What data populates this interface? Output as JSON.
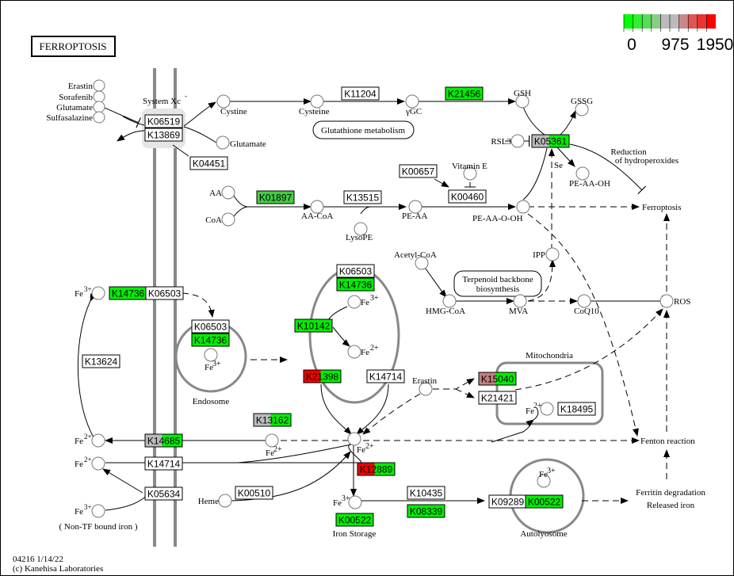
{
  "title": "FERROPTOSIS",
  "legend": {
    "min_label": "0",
    "mid_label": "975",
    "max_label": "1950",
    "colors": [
      "#00ff00",
      "#33ee33",
      "#55dd55",
      "#88cc88",
      "#bbbbbb",
      "#bbbbbb",
      "#cc8888",
      "#dd5555",
      "#ee3333",
      "#ff0000"
    ]
  },
  "colors": {
    "green": "#00ee00",
    "mid_green": "#44cc44",
    "grey": "#bbbbbb",
    "red": "#ee0000",
    "pink": "#c08080",
    "membrane": "#888888"
  },
  "footer": {
    "map_id": "04216 1/14/22",
    "copyright": "(c) Kanehisa Laboratories"
  },
  "labels": {
    "system_xc": "System Xc",
    "system_xc_sup": "-",
    "endosome": "Endosome",
    "mitochondria": "Mitochondria",
    "iron_storage": "Iron Storage",
    "autolysosome": "Autolyosome",
    "non_tf_iron": "( Non-TF bound iron )",
    "reduction": "Reduction",
    "of_hydroperoxides": "of hydroperoxides",
    "ferroptosis_node": "Ferroptosis",
    "fenton": "Fenton reaction",
    "ferritin_deg": "Ferritin degradation",
    "released_iron": "Released iron",
    "se": "Se",
    "glutathione_map": "Glutathione metabolism",
    "terpenoid_map_1": "Terpenoid backbone",
    "terpenoid_map_2": "biosynthesis"
  },
  "compounds": {
    "erastin": "Erastin",
    "sorafenib": "Sorafenib",
    "glutamate_in": "Glutamate",
    "sulfasalazine": "Sulfasalazine",
    "cystine": "Cystine",
    "glutamate_out": "Glutamate",
    "cysteine": "Cysteine",
    "ygc": "γGC",
    "gsh": "GSH",
    "gssg": "GSSG",
    "rsl3": "RSL3",
    "pe_aa_oh": "PE-AA-OH",
    "vitamin_e": "Vitamin E",
    "aa": "AA",
    "coa": "CoA",
    "aa_coa": "AA-CoA",
    "lysope": "LysoPE",
    "pe_aa": "PE-AA",
    "pe_aa_o_oh": "PE-AA-O-OH",
    "acetyl_coa": "Acetyl-CoA",
    "ipp": "IPP",
    "hmg_coa": "HMG-CoA",
    "mva": "MVA",
    "coq10": "CoQ10",
    "ros": "ROS",
    "fe3_top": "Fe",
    "erastin2": "Erastin",
    "heme": "Heme",
    "fe_left3": "Fe",
    "fe_label": "Fe",
    "sup3": "3+",
    "sup2": "2+"
  },
  "genes": [
    {
      "id": "K06519",
      "fill": "white"
    },
    {
      "id": "K13869",
      "fill": "white"
    },
    {
      "id": "K04451",
      "fill": "white"
    },
    {
      "id": "K11204",
      "fill": "white"
    },
    {
      "id": "K21456",
      "fill": "green"
    },
    {
      "id": "K05361",
      "fill": "grey-green"
    },
    {
      "id": "K00657",
      "fill": "white"
    },
    {
      "id": "K00460",
      "fill": "white"
    },
    {
      "id": "K01897",
      "fill": "mid-green"
    },
    {
      "id": "K13515",
      "fill": "white"
    },
    {
      "id": "K14736",
      "fill": "green"
    },
    {
      "id": "K06503",
      "fill": "white"
    },
    {
      "id": "K13624",
      "fill": "white"
    },
    {
      "id": "K10142",
      "fill": "green"
    },
    {
      "id": "K21398",
      "fill": "red-green"
    },
    {
      "id": "K14714",
      "fill": "white"
    },
    {
      "id": "K15040",
      "fill": "pink-green"
    },
    {
      "id": "K21421",
      "fill": "white"
    },
    {
      "id": "K18495",
      "fill": "white"
    },
    {
      "id": "K13162",
      "fill": "grey-green"
    },
    {
      "id": "K14685",
      "fill": "grey-green"
    },
    {
      "id": "K05634",
      "fill": "white"
    },
    {
      "id": "K00510",
      "fill": "white"
    },
    {
      "id": "K12889",
      "fill": "red-green"
    },
    {
      "id": "K10435",
      "fill": "white"
    },
    {
      "id": "K08339",
      "fill": "green"
    },
    {
      "id": "K00522",
      "fill": "green"
    },
    {
      "id": "K09289",
      "fill": "white"
    }
  ]
}
